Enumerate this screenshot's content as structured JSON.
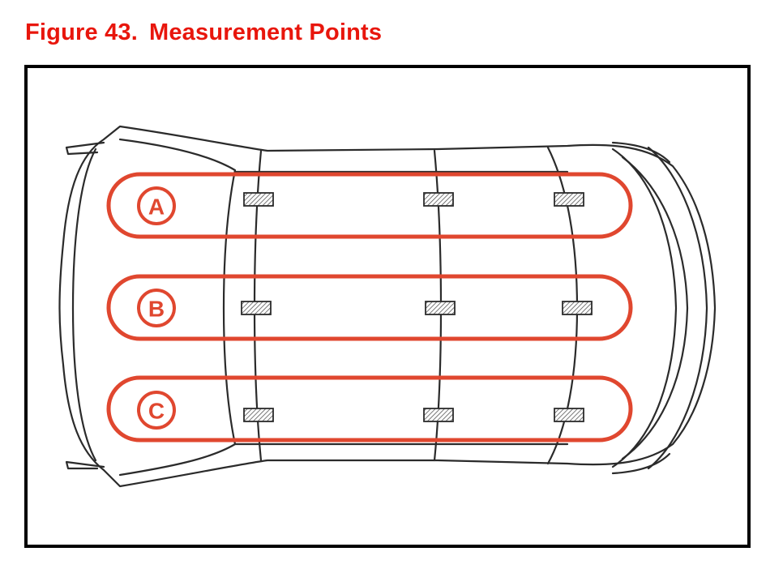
{
  "figure": {
    "number": "Figure 43.",
    "title": "Measurement Points"
  },
  "colors": {
    "title": "#e8160c",
    "highlight": "#e0472f",
    "outline": "#2b2b2b",
    "frame": "#000000"
  },
  "rows": [
    {
      "label": "A",
      "points": 3
    },
    {
      "label": "B",
      "points": 3
    },
    {
      "label": "C",
      "points": 3
    }
  ]
}
